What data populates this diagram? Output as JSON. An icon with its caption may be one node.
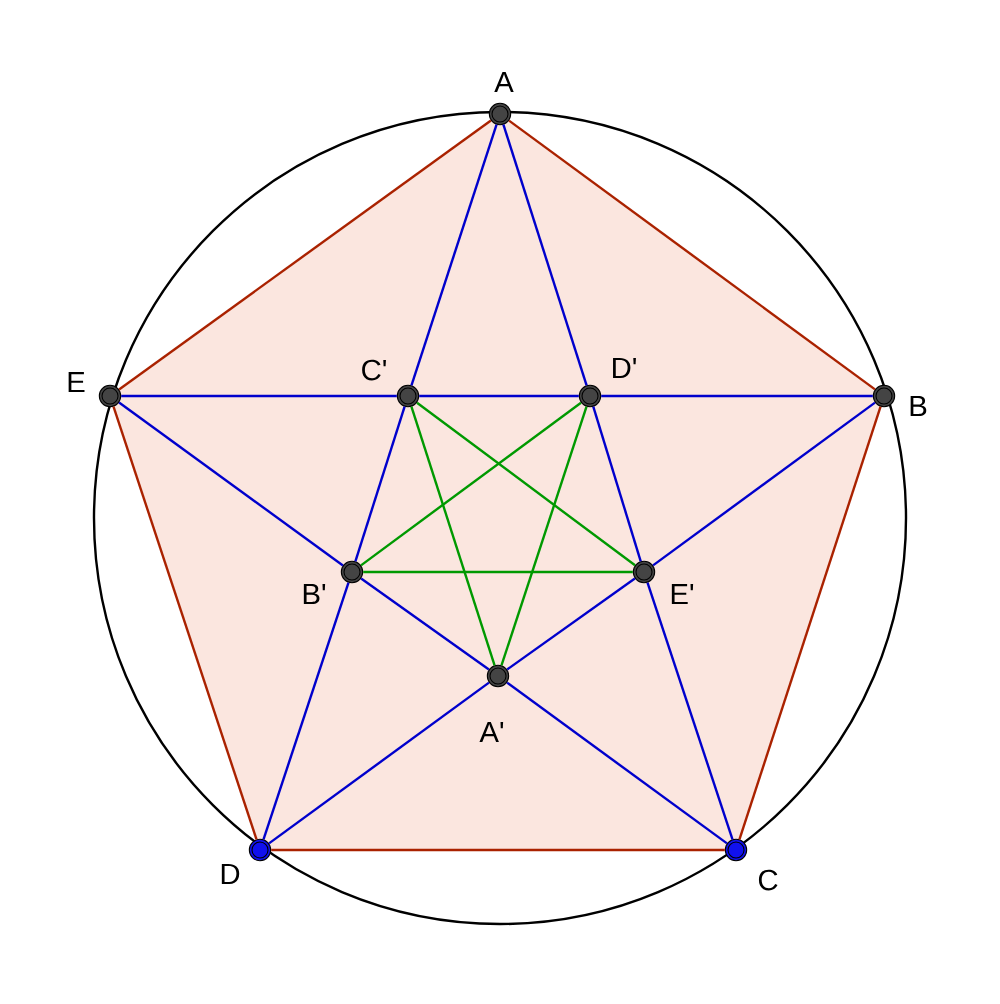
{
  "diagram": {
    "nodes": [
      {
        "text": [],
        "shape": "circle",
        "beside": [
          "A"
        ]
      },
      {
        "text": [],
        "shape": "circle",
        "beside": [
          "E"
        ]
      },
      {
        "text": [],
        "shape": "circle",
        "beside": [
          "C'"
        ]
      },
      {
        "text": [],
        "shape": "circle",
        "beside": [
          "D'"
        ]
      },
      {
        "text": [],
        "shape": "circle",
        "beside": [
          "B"
        ]
      },
      {
        "text": [],
        "shape": "circle",
        "beside": [
          "B'"
        ]
      },
      {
        "text": [],
        "shape": "circle",
        "beside": [
          "E'"
        ]
      },
      {
        "text": [],
        "shape": "circle",
        "beside": [
          "A'"
        ]
      },
      {
        "text": [],
        "shape": "circle",
        "beside": [
          "D"
        ]
      },
      {
        "text": [],
        "shape": "circle",
        "beside": [
          "C"
        ]
      }
    ],
    "edges": [
      {
        "from": 0,
        "to": 4,
        "arrow": "none",
        "color": "#aa2200"
      },
      {
        "from": 4,
        "to": 9,
        "arrow": "none",
        "color": "#aa2200"
      },
      {
        "from": 9,
        "to": 8,
        "arrow": "none",
        "color": "#aa2200"
      },
      {
        "from": 8,
        "to": 1,
        "arrow": "none",
        "color": "#aa2200"
      },
      {
        "from": 1,
        "to": 0,
        "arrow": "none",
        "color": "#aa2200"
      },
      {
        "from": 0,
        "to": 2,
        "arrow": "none"
      },
      {
        "from": 2,
        "to": 5,
        "arrow": "none"
      },
      {
        "from": 5,
        "to": 8,
        "arrow": "none"
      },
      {
        "from": 0,
        "to": 3,
        "arrow": "none"
      },
      {
        "from": 3,
        "to": 6,
        "arrow": "none"
      },
      {
        "from": 6,
        "to": 9,
        "arrow": "none"
      },
      {
        "from": 1,
        "to": 2,
        "arrow": "none"
      },
      {
        "from": 2,
        "to": 3,
        "arrow": "none"
      },
      {
        "from": 3,
        "to": 4,
        "arrow": "none"
      },
      {
        "from": 1,
        "to": 5,
        "arrow": "none"
      },
      {
        "from": 5,
        "to": 7,
        "arrow": "none"
      },
      {
        "from": 7,
        "to": 9,
        "arrow": "none"
      },
      {
        "from": 8,
        "to": 7,
        "arrow": "none"
      },
      {
        "from": 7,
        "to": 6,
        "arrow": "none"
      },
      {
        "from": 6,
        "to": 4,
        "arrow": "none"
      },
      {
        "from": 2,
        "to": 7,
        "arrow": "none",
        "color": "#009900"
      },
      {
        "from": 2,
        "to": 6,
        "arrow": "none",
        "color": "#009900"
      },
      {
        "from": 3,
        "to": 5,
        "arrow": "none",
        "color": "#009900"
      },
      {
        "from": 3,
        "to": 7,
        "arrow": "none",
        "color": "#009900"
      },
      {
        "from": 5,
        "to": 6,
        "arrow": "none",
        "color": "#009900"
      }
    ]
  }
}
